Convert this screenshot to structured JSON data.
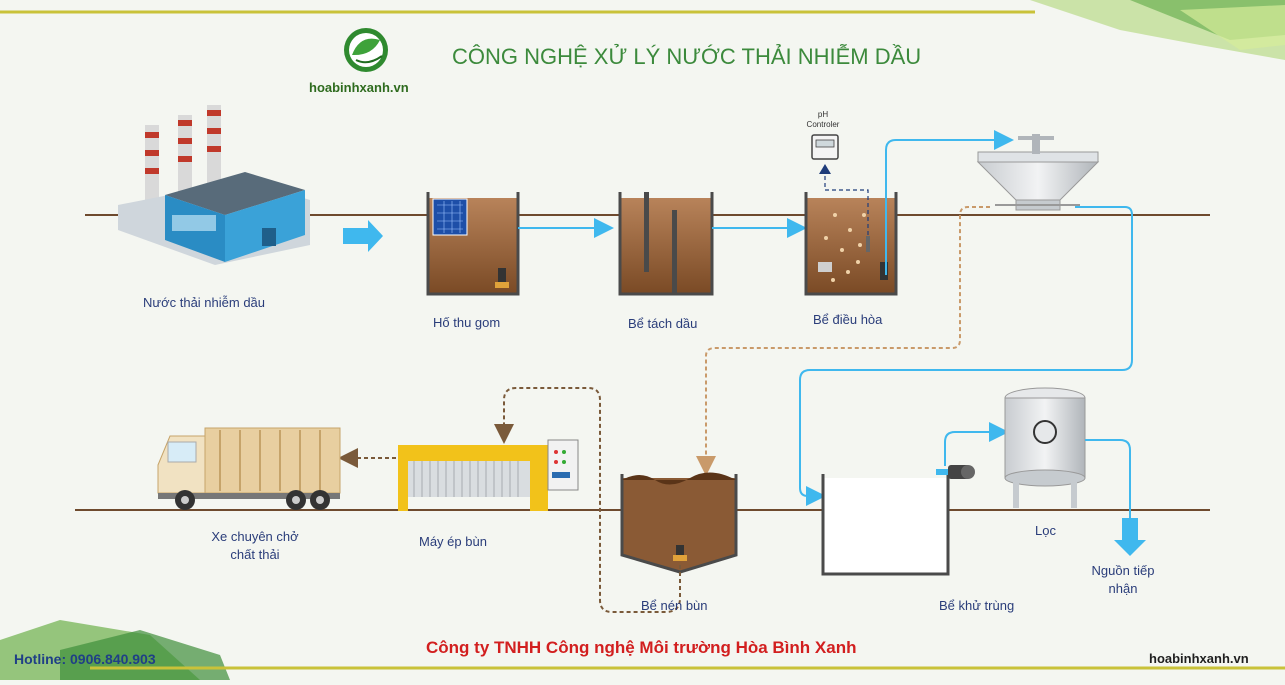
{
  "title": "CÔNG NGHỆ XỬ LÝ NƯỚC THẢI NHIỄM DẦU",
  "brand": "hoabinhxanh.vn",
  "company": "Công ty TNHH Công nghệ Môi trường Hòa Bình Xanh",
  "hotline": "Hotline: 0906.840.903",
  "website": "hoabinhxanh.vn",
  "ph_controller": {
    "line1": "pH",
    "line2": "Controler"
  },
  "stages": {
    "factory": "Nước thải nhiễm dầu",
    "collection_pit": "Hố thu gom",
    "oil_separator": "Bể tách dầu",
    "equalization": "Bể điều hòa",
    "sludge_thickener": "Bể nén bùn",
    "filter_press": "Máy ép bùn",
    "truck_line1": "Xe chuyên chở",
    "truck_line2": "chất thải",
    "disinfection": "Bể khử trùng",
    "filter": "Lọc",
    "receiver_line1": "Nguồn tiếp",
    "receiver_line2": "nhận"
  },
  "colors": {
    "water_line": "#3fb8ee",
    "sludge_line": "#7a5a3a",
    "dash_line": "#c99a6a",
    "title_green": "#3c8a3c",
    "company_red": "#d21f1f",
    "ground_line": "#6e4a2e"
  }
}
